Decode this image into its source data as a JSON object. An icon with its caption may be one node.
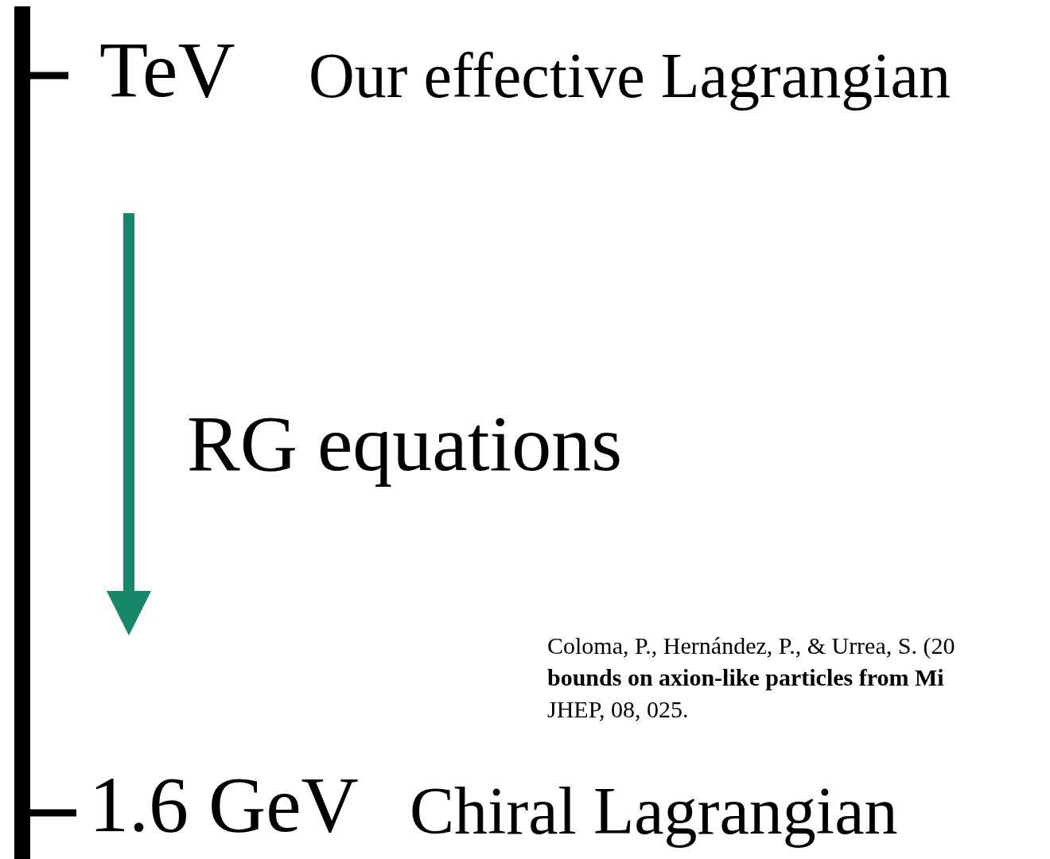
{
  "diagram": {
    "labels": [
      "TeV",
      "Our effective Lagrangian",
      "RG equations",
      "Coloma, P., Hernández, P., & Urrea, S. (20",
      "bounds on axion-like particles from Mi",
      "JHEP, 08, 025.",
      "1.6 GeV",
      "Chiral Lagrangian"
    ]
  }
}
